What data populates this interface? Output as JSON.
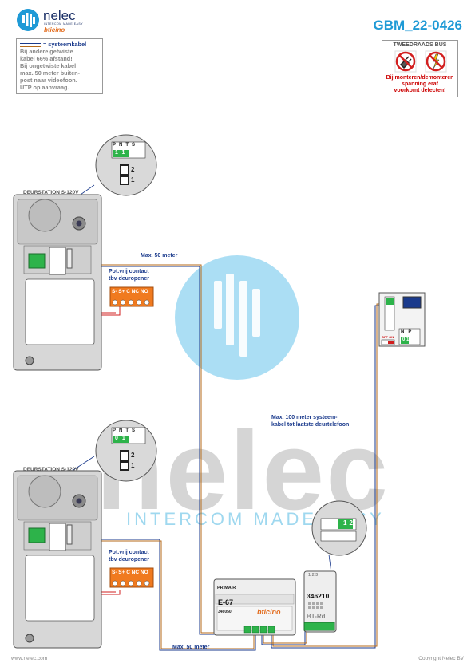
{
  "header": {
    "logo_name": "nelec",
    "logo_tagline": "INTERCOM MADE EASY",
    "logo_brand": "bticino",
    "doc_id": "GBM_22-0426"
  },
  "cable_note": {
    "title": "= systeemkabel",
    "lines": [
      "Bij andere getwiste",
      "kabel 66% afstand!",
      "Bij ongetwiste kabel",
      "max. 50 meter buiten-",
      "post naar videofoon.",
      "UTP op aanvraag."
    ]
  },
  "warning": {
    "title": "TWEEDRAADS BUS",
    "lines": [
      "Bij monteren/demonteren",
      "spanning eraf",
      "voorkomt defecten!"
    ]
  },
  "door_station_1": {
    "label": "DEURSTATION S-120V",
    "switch_terminals": [
      "P",
      "N",
      "T",
      "S"
    ],
    "switch_numbers": [
      "1",
      "1"
    ],
    "dip_labels": [
      "2",
      "1"
    ]
  },
  "door_station_2": {
    "label": "DEURSTATION S-120V",
    "switch_terminals": [
      "P",
      "N",
      "T",
      "S"
    ],
    "switch_numbers": [
      "0",
      "1"
    ],
    "dip_labels": [
      "2",
      "1"
    ]
  },
  "relay_1": {
    "caption": [
      "Pot.vrij contact",
      "tbv deuropener"
    ],
    "terminals": "S- S+ C NC NO"
  },
  "relay_2": {
    "caption": [
      "Pot.vrij contact",
      "tbv deuropener"
    ],
    "terminals": "S- S+ C NC NO"
  },
  "distances": {
    "top": "Max. 50 meter",
    "bottom": "Max. 50 meter",
    "system": [
      "Max. 100 meter systeem-",
      "kabel tot laatste deurtelefoon"
    ]
  },
  "monitor": {
    "terminals": [
      "N",
      "P"
    ],
    "values": [
      "0",
      "1"
    ],
    "switch_label": "OFF ON"
  },
  "power_supply": {
    "header": "PRIMAIR",
    "model": "E-67",
    "part": "346050",
    "brand": "bticino"
  },
  "adapter": {
    "digits": "1 2 3",
    "part": "346210",
    "model": "BT-Rd",
    "switch_values": [
      "1",
      "2"
    ]
  },
  "watermark": {
    "name": "nelec",
    "tagline": "INTERCOM MADE EASY"
  },
  "footer": {
    "left": "www.nelec.com",
    "right": "Copyright Nelec BV"
  },
  "colors": {
    "brand_blue": "#1a3a8c",
    "accent_cyan": "#1f9ad6",
    "wire_orange": "#b46a1a",
    "wire_red": "#d21f1f",
    "relay_orange": "#f07a1f",
    "terminal_green": "#2db34a"
  }
}
